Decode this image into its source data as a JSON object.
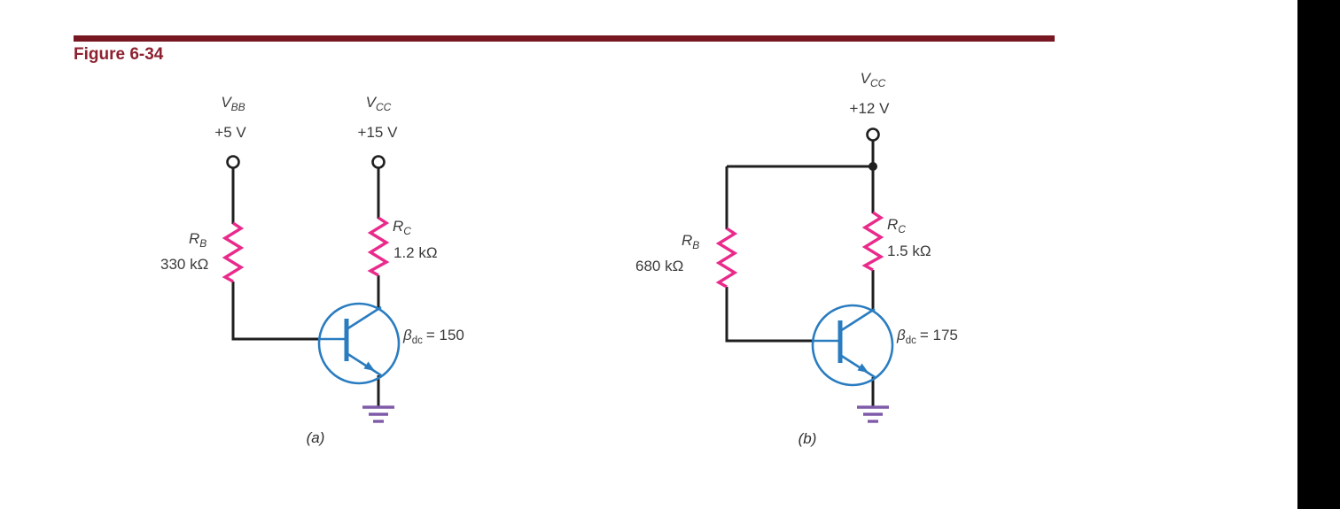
{
  "figure": {
    "title": "Figure 6-34"
  },
  "colors": {
    "accent_maroon": "#761722",
    "title_red": "#8e2130",
    "wire_black": "#1f1f1f",
    "resistor_pink": "#ea2a8b",
    "transistor_blue": "#2a7cc0",
    "ground_purple": "#7e5aa9"
  },
  "circuits": {
    "a": {
      "caption": "(a)",
      "vbb": {
        "symbol": "V",
        "sub": "BB",
        "value": "+5 V"
      },
      "vcc": {
        "symbol": "V",
        "sub": "CC",
        "value": "+15 V"
      },
      "rb": {
        "symbol": "R",
        "sub": "B",
        "value": "330 kΩ"
      },
      "rc": {
        "symbol": "R",
        "sub": "C",
        "value": "1.2 kΩ"
      },
      "beta": {
        "symbol": "β",
        "sub": "dc",
        "value": "= 150"
      }
    },
    "b": {
      "caption": "(b)",
      "vcc": {
        "symbol": "V",
        "sub": "CC",
        "value": "+12 V"
      },
      "rb": {
        "symbol": "R",
        "sub": "B",
        "value": "680 kΩ"
      },
      "rc": {
        "symbol": "R",
        "sub": "C",
        "value": "1.5 kΩ"
      },
      "beta": {
        "symbol": "β",
        "sub": "dc",
        "value": "= 175"
      }
    }
  }
}
